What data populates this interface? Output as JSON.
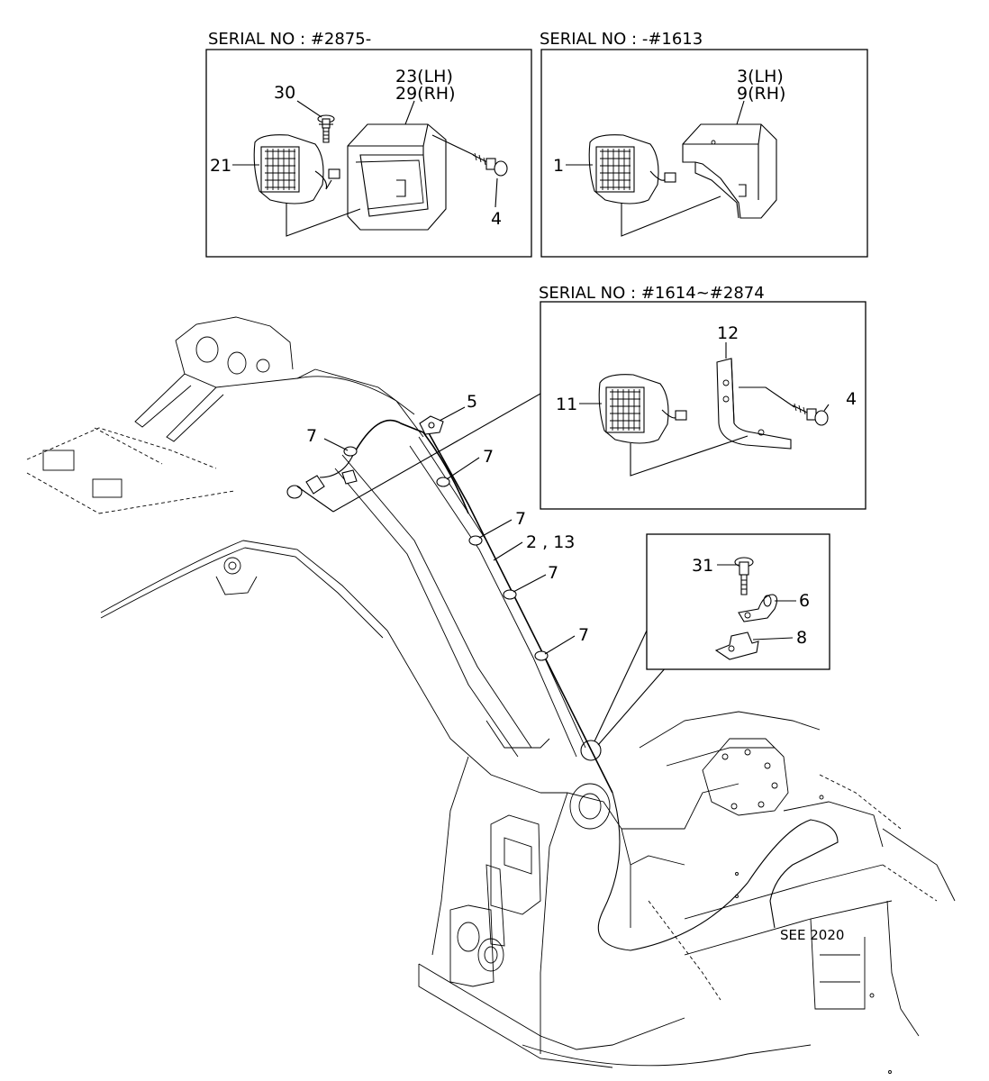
{
  "insets": {
    "top_left": {
      "serial": "SERIAL NO : #2875-",
      "labels": {
        "lamp": "21",
        "bolt": "30",
        "cover_lh": "23(LH)",
        "cover_rh": "29(RH)",
        "screw": "4"
      }
    },
    "top_right": {
      "serial": "SERIAL NO : -#1613",
      "labels": {
        "lamp": "1",
        "cover_lh": "3(LH)",
        "cover_rh": "9(RH)"
      }
    },
    "middle": {
      "serial": "SERIAL NO : #1614~#2874",
      "labels": {
        "lamp": "11",
        "bracket": "12",
        "bolt": "4"
      }
    },
    "clamp_detail": {
      "labels": {
        "bolt": "31",
        "clamp": "6",
        "plate": "8"
      }
    }
  },
  "main": {
    "labels": {
      "plate": "5",
      "clip1": "7",
      "clip2": "7",
      "clip3": "7",
      "clip4": "7",
      "clip5": "7",
      "harness": "2 , 13",
      "see_ref": "SEE 2020"
    }
  }
}
